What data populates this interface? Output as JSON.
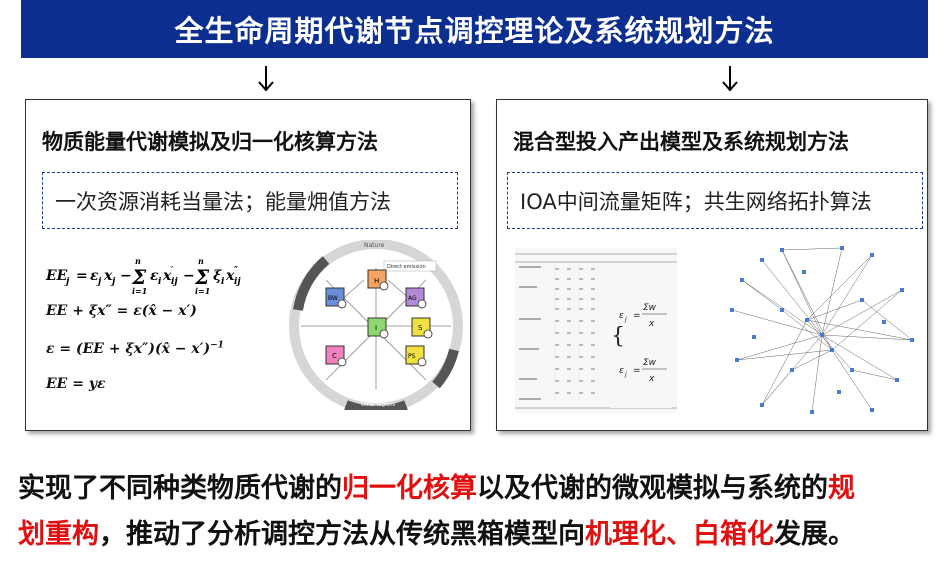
{
  "banner": {
    "title": "全生命周期代谢节点调控理论及系统规划方法"
  },
  "left_panel": {
    "title": "物质能量代谢模拟及归一化核算方法",
    "method_box": "一次资源消耗当量法；能量㶲值方法",
    "formulas": {
      "f1": "EE j = ε j x j − Σ ε i x′ij − Σ ξ i x″ij",
      "f2": "EE + ξx″ = ε(x̂ − x′)",
      "f3": "ε = (EE + ξx″)(x̂ − x′)⁻¹",
      "f4": "EE = yε"
    },
    "cycle_labels": [
      "Nature",
      "Direct emission",
      "H",
      "BW",
      "AG",
      "I",
      "S",
      "C",
      "PS",
      "Other regions"
    ]
  },
  "right_panel": {
    "title": "混合型投入产出模型及系统规划方法",
    "method_box": "IOA中间流量矩阵；共生网络拓扑算法"
  },
  "bottom": {
    "line1_a": "实现了不同种类物质代谢的",
    "line1_red1": "归一化核算",
    "line1_b": "以及代谢的微观模拟与系统的",
    "line1_red2": "规",
    "line2_red1": "划重构",
    "line2_a": "，推动了分析调控方法从传统黑箱模型向",
    "line2_red2": "机理化、白箱化",
    "line2_b": "发展。"
  },
  "colors": {
    "banner": "#0b2e8f",
    "highlight": "#e01010",
    "dash": "#1f3a93"
  }
}
